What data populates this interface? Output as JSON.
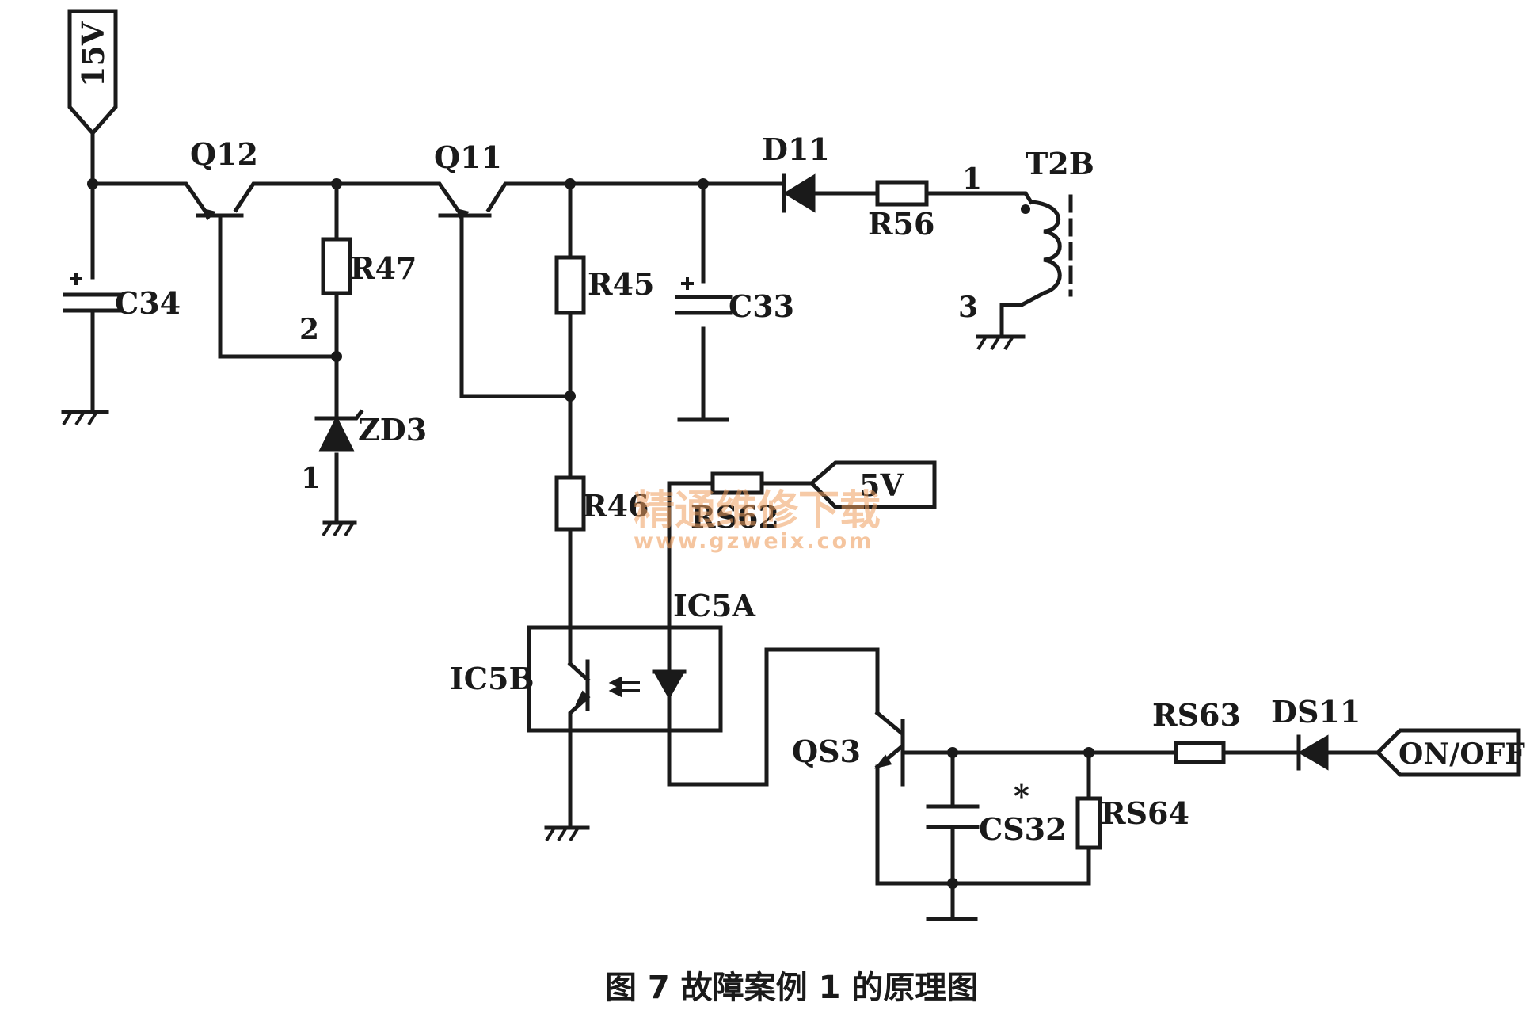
{
  "caption": "图 7  故障案例 1 的原理图",
  "watermark": {
    "cn": "精通维修下载",
    "url": "www.gzweix.com",
    "color": "#f0a060"
  },
  "power_labels": {
    "v15": "15V",
    "v5": "5V",
    "onoff": "ON/OFF"
  },
  "components": {
    "q12": "Q12",
    "q11": "Q11",
    "d11": "D11",
    "t2b": "T2B",
    "r56": "R56",
    "c34": "C34",
    "r47": "R47",
    "zd3": "ZD3",
    "r45": "R45",
    "c33": "C33",
    "r46": "R46",
    "rs62": "RS62",
    "ic5a": "IC5A",
    "ic5b": "IC5B",
    "qs3": "QS3",
    "cs32": "CS32",
    "cs32_mark": "*",
    "rs64": "RS64",
    "rs63": "RS63",
    "ds11": "DS11"
  },
  "pins": {
    "p1_t2b": "1",
    "p3_t2b": "3",
    "p2_zd3": "2",
    "p1_zd3": "1"
  },
  "colors": {
    "ink": "#1a1a1a",
    "paper": "#ffffff"
  }
}
